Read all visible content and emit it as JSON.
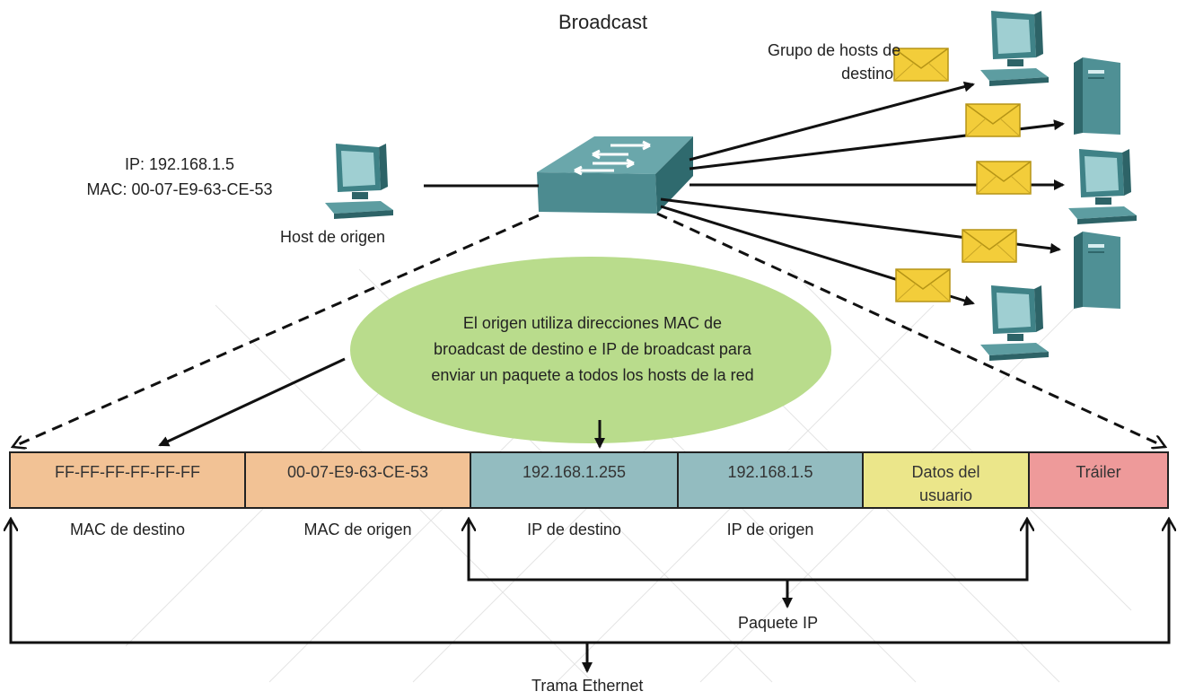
{
  "title": "Broadcast",
  "dest_group_label_line1": "Grupo de hosts de",
  "dest_group_label_line2": "destino",
  "source_host": {
    "ip_text": "IP: 192.168.1.5",
    "mac_text": "MAC: 00-07-E9-63-CE-53",
    "label": "Host de origen"
  },
  "bubble_text": [
    "El origen utiliza direcciones MAC de",
    "broadcast de destino e IP de broadcast para",
    "enviar un paquete a todos los hosts de la red"
  ],
  "frame_fields": [
    {
      "value": "FF-FF-FF-FF-FF-FF",
      "caption": "MAC de destino",
      "color": "#f2c295"
    },
    {
      "value": "00-07-E9-63-CE-53",
      "caption": "MAC de origen",
      "color": "#f2c295"
    },
    {
      "value": "192.168.1.255",
      "caption": "IP de destino",
      "color": "#93bcc0"
    },
    {
      "value": "192.168.1.5",
      "caption": "IP de origen",
      "color": "#93bcc0"
    },
    {
      "value_line1": "Datos del",
      "value_line2": "usuario",
      "caption": "",
      "color": "#ebe68a"
    },
    {
      "value": "Tráiler",
      "caption": "",
      "color": "#ee9a9a"
    }
  ],
  "ip_packet_label": "Paquete IP",
  "ethernet_frame_label": "Trama Ethernet",
  "colors": {
    "bubble": "#b9dc8c",
    "device": "#4f8f93",
    "envelope": "#f3cd3a"
  }
}
